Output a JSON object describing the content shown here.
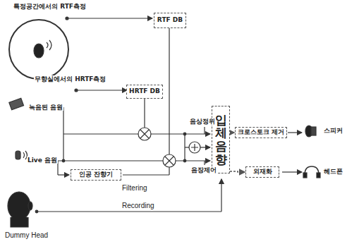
{
  "diagram": {
    "nodes": [
      {
        "text": [
          "RTF DB"
        ]
      },
      {
        "text": [
          "HRTF DB"
        ]
      },
      {
        "text": [
          "인공 잔향기"
        ]
      },
      {
        "text": [
          "입체음향"
        ]
      },
      {
        "text": [
          "크로스토크 제거"
        ]
      },
      {
        "text": [
          "외재화"
        ]
      }
    ],
    "edges": [
      {
        "from": 3,
        "to": 4,
        "arrow": "to"
      },
      {
        "from": 3,
        "to": 5,
        "arrow": "to"
      }
    ],
    "labels": [
      "특정공간에서의 RTF측정",
      "무향실에서의 HRTF측정",
      "녹음된 음원",
      "Live 음원",
      "음상정위",
      "음장제어",
      "Filtering",
      "Recording",
      "Dummy Head",
      "스피커",
      "헤드폰"
    ]
  }
}
